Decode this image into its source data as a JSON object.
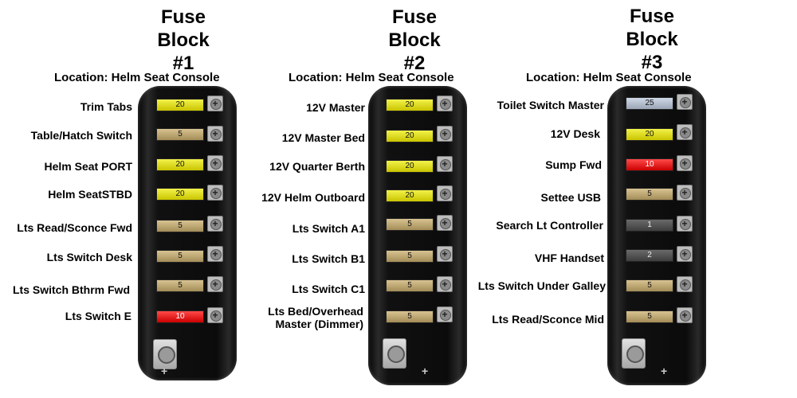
{
  "blocks": [
    {
      "title_line1": "Fuse",
      "title_line2": "Block",
      "title_line3": "#1",
      "location": "Location: Helm Seat Console",
      "plus_symbol": "+",
      "fuses": [
        {
          "label": "Trim Tabs",
          "amps": "20",
          "color": "yellow"
        },
        {
          "label": "Table/Hatch Switch",
          "amps": "5",
          "color": "tan"
        },
        {
          "label": "Helm Seat PORT",
          "amps": "20",
          "color": "yellow"
        },
        {
          "label": "Helm SeatSTBD",
          "amps": "20",
          "color": "yellow"
        },
        {
          "label": "Lts Read/Sconce Fwd",
          "amps": "5",
          "color": "tan"
        },
        {
          "label": "Lts Switch Desk",
          "amps": "5",
          "color": "tan"
        },
        {
          "label": "Lts Switch Bthrm Fwd",
          "amps": "5",
          "color": "tan"
        },
        {
          "label": "Lts Switch E",
          "amps": "10",
          "color": "red"
        }
      ]
    },
    {
      "title_line1": "Fuse",
      "title_line2": "Block",
      "title_line3": "#2",
      "location": "Location: Helm Seat Console",
      "plus_symbol": "+",
      "fuses": [
        {
          "label": "12V Master",
          "amps": "20",
          "color": "yellow"
        },
        {
          "label": "12V Master Bed",
          "amps": "20",
          "color": "yellow"
        },
        {
          "label": "12V Quarter Berth",
          "amps": "20",
          "color": "yellow"
        },
        {
          "label": "12V Helm Outboard",
          "amps": "20",
          "color": "yellow"
        },
        {
          "label": "Lts Switch A1",
          "amps": "5",
          "color": "tan"
        },
        {
          "label": "Lts Switch B1",
          "amps": "5",
          "color": "tan"
        },
        {
          "label": "Lts Switch C1",
          "amps": "5",
          "color": "tan"
        },
        {
          "label": "Lts Bed/Overhead Master (Dimmer)",
          "amps": "5",
          "color": "tan"
        }
      ]
    },
    {
      "title_line1": "Fuse",
      "title_line2": "Block",
      "title_line3": "#3",
      "location": "Location: Helm Seat Console",
      "plus_symbol": "+",
      "fuses": [
        {
          "label": "Toilet Switch Master",
          "amps": "25",
          "color": "gray"
        },
        {
          "label": "12V Desk",
          "amps": "20",
          "color": "yellow"
        },
        {
          "label": "Sump Fwd",
          "amps": "10",
          "color": "red"
        },
        {
          "label": "Settee USB",
          "amps": "5",
          "color": "tan"
        },
        {
          "label": "Search Lt Controller",
          "amps": "1",
          "color": "dgray"
        },
        {
          "label": "VHF Handset",
          "amps": "2",
          "color": "dgray"
        },
        {
          "label": "Lts Switch Under Galley",
          "amps": "5",
          "color": "tan"
        },
        {
          "label": "Lts Read/Sconce Mid",
          "amps": "5",
          "color": "tan"
        }
      ]
    }
  ],
  "colors": {
    "yellow": "#e6e02a",
    "tan": "#c2aa72",
    "red": "#e81818",
    "gray": "#b8c2d2",
    "dgray": "#555555"
  },
  "icons": {
    "screw": "plus-screw-icon",
    "post": "terminal-post-icon"
  }
}
